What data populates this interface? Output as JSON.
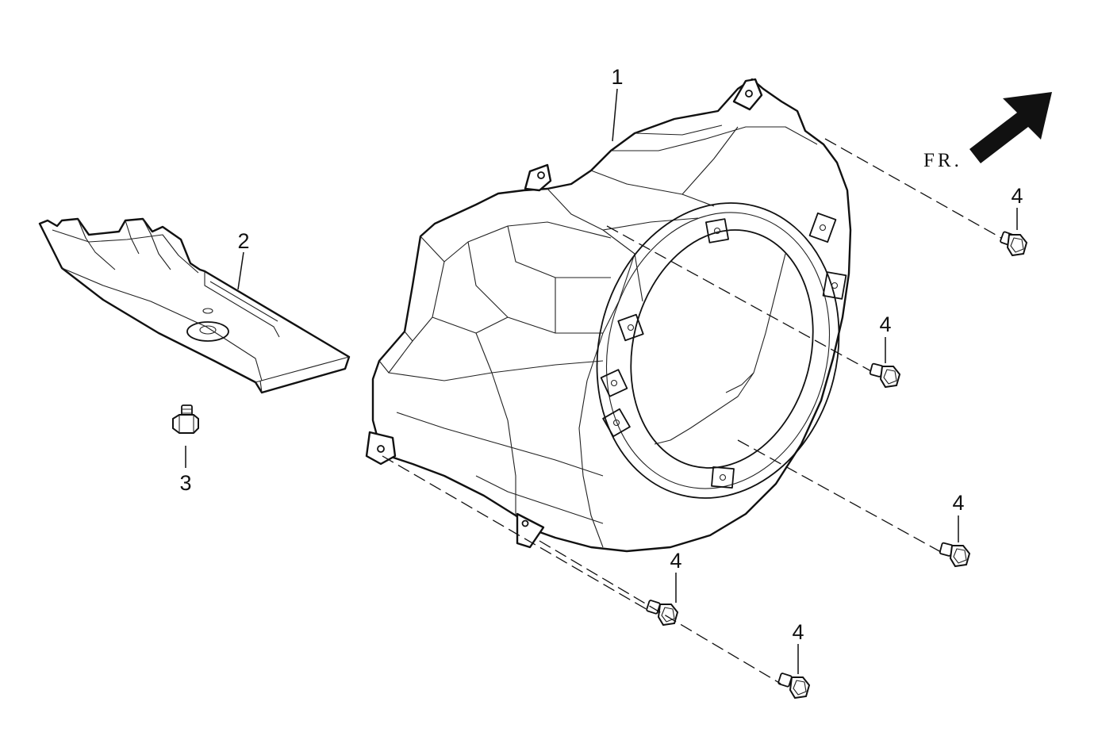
{
  "diagram": {
    "callouts": [
      {
        "id": "callout-1",
        "label": "1"
      },
      {
        "id": "callout-2",
        "label": "2"
      },
      {
        "id": "callout-3",
        "label": "3"
      },
      {
        "id": "callout-4a",
        "label": "4"
      },
      {
        "id": "callout-4b",
        "label": "4"
      },
      {
        "id": "callout-4c",
        "label": "4"
      },
      {
        "id": "callout-4d",
        "label": "4"
      },
      {
        "id": "callout-4e",
        "label": "4"
      }
    ],
    "direction_label": "FR."
  }
}
